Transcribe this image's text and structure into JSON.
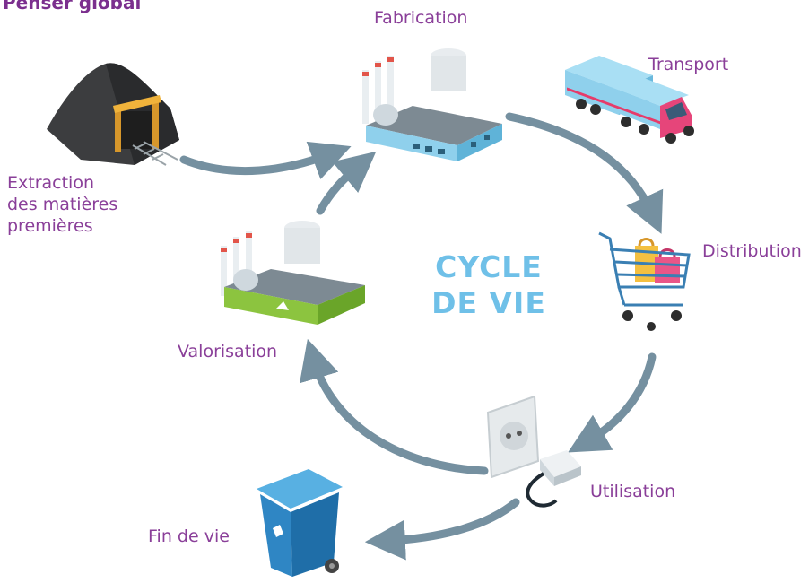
{
  "header": {
    "title": "Penser global"
  },
  "center": {
    "line1": "CYCLE",
    "line2": "DE VIE"
  },
  "stages": {
    "extraction": {
      "line1": "Extraction",
      "line2": "des matières",
      "line3": "premières"
    },
    "fabrication": "Fabrication",
    "transport": "Transport",
    "distribution": "Distribution",
    "utilisation": "Utilisation",
    "fin_de_vie": "Fin de vie",
    "valorisation": "Valorisation"
  },
  "colors": {
    "label": "#8a3f99",
    "title": "#7b2f8e",
    "center": "#6fc0e8",
    "arrow": "#7590a0",
    "factory_blue": "#8fd0ec",
    "factory_green": "#8cc43f",
    "bin": "#2f86c4"
  },
  "icons": [
    "mine-icon",
    "factory-icon",
    "truck-icon",
    "shopping-cart-icon",
    "power-outlet-icon",
    "plug-icon",
    "trash-bin-icon",
    "recycling-factory-icon"
  ]
}
